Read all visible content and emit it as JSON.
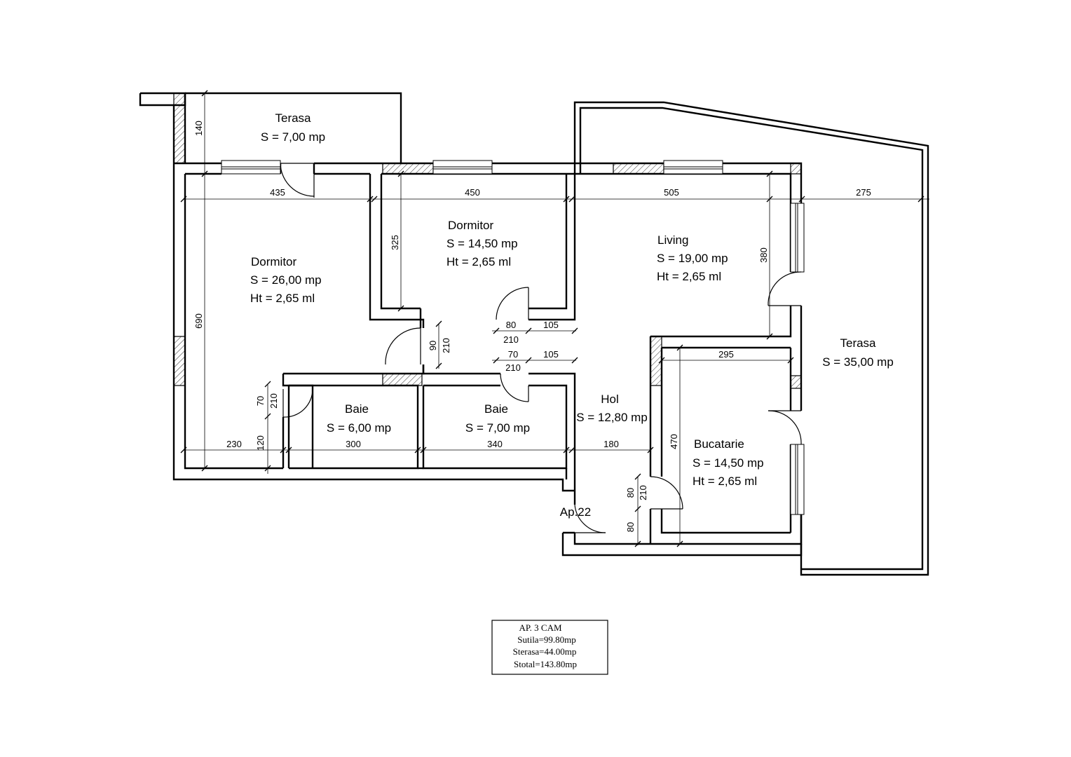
{
  "rooms": [
    {
      "id": "terasa-nw",
      "name": "Terasa",
      "area": "S = 7,00 mp"
    },
    {
      "id": "dormitor-1",
      "name": "Dormitor",
      "area": "S = 26,00 mp",
      "height": "Ht = 2,65 ml"
    },
    {
      "id": "dormitor-2",
      "name": "Dormitor",
      "area": "S = 14,50 mp",
      "height": "Ht = 2,65 ml"
    },
    {
      "id": "living",
      "name": "Living",
      "area": "S = 19,00 mp",
      "height": "Ht = 2,65 ml"
    },
    {
      "id": "terasa-e",
      "name": "Terasa",
      "area": "S = 35,00 mp"
    },
    {
      "id": "baie-1",
      "name": "Baie",
      "area": "S = 6,00 mp"
    },
    {
      "id": "baie-2",
      "name": "Baie",
      "area": "S = 7,00 mp"
    },
    {
      "id": "hol",
      "name": "Hol",
      "area": "S = 12,80 mp"
    },
    {
      "id": "bucatarie",
      "name": "Bucatarie",
      "area": "S = 14,50 mp",
      "height": "Ht = 2,65 ml"
    }
  ],
  "dimensions": {
    "terasa_depth": "140",
    "dormitor1_width": "435",
    "dormitor2_width": "450",
    "living_width": "505",
    "terasa_e_width": "275",
    "dormitor2_depth": "325",
    "living_depth": "380",
    "dormitor1_depth": "690",
    "door_a_80": "80",
    "door_a_105": "105",
    "door_a_210": "210",
    "door_b_70": "70",
    "door_b_105": "105",
    "door_b_210": "210",
    "door_c_90": "90",
    "door_c_210": "210",
    "door_d_70": "70",
    "door_d_210": "210",
    "door_d_120": "120",
    "bucatarie_width": "295",
    "bucatarie_depth": "470",
    "bottom_230": "230",
    "bottom_300": "300",
    "bottom_340": "340",
    "bottom_180": "180",
    "entry_80_top": "80",
    "entry_210": "210",
    "entry_80_bottom": "80"
  },
  "apartment_label": "Ap.22",
  "legend": {
    "title": "AP. 3 CAM",
    "utila": "Sutila=99.80mp",
    "terasa": "Sterasa=44.00mp",
    "total": "Stotal=143.80mp"
  }
}
